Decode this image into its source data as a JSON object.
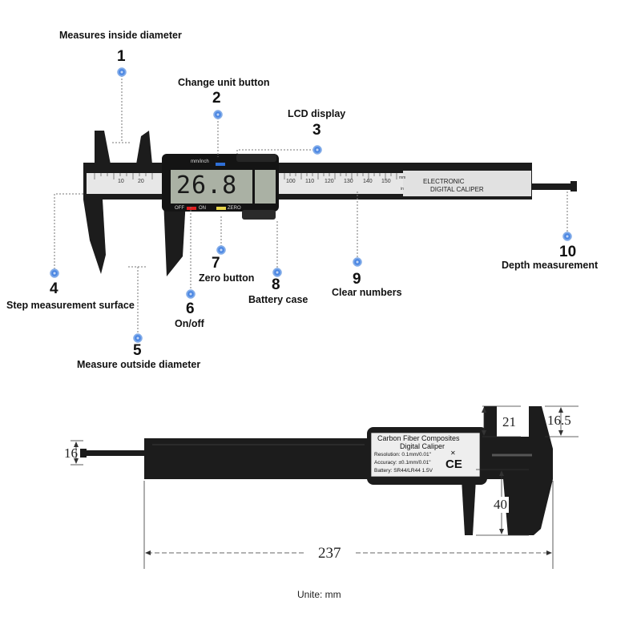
{
  "top_diagram": {
    "callouts": [
      {
        "num": "1",
        "label": "Measures inside diameter"
      },
      {
        "num": "2",
        "label": "Change unit button"
      },
      {
        "num": "3",
        "label": "LCD display"
      },
      {
        "num": "4",
        "label": "Step measurement surface"
      },
      {
        "num": "5",
        "label": "Measure outside diameter"
      },
      {
        "num": "6",
        "label": "On/off"
      },
      {
        "num": "7",
        "label": "Zero button"
      },
      {
        "num": "8",
        "label": "Battery case"
      },
      {
        "num": "9",
        "label": "Clear numbers"
      },
      {
        "num": "10",
        "label": "Depth measurement"
      }
    ],
    "lcd": {
      "reading": "26.8",
      "mode": "mm/inch",
      "buttons": {
        "off": "OFF",
        "on": "ON",
        "zero": "ZERO"
      }
    },
    "scale_labels": [
      "10",
      "20",
      "100",
      "110",
      "120",
      "130",
      "140",
      "150"
    ],
    "scale_units": {
      "mm": "mm",
      "in": "in"
    },
    "brand": {
      "line1": "ELECTRONIC",
      "line2": "DIGITAL CALIPER"
    },
    "colors": {
      "body": "#1c1c1c",
      "callout_dot": "#2f6fd6",
      "off_btn": "#e02020",
      "zero_btn": "#e8d64a"
    }
  },
  "bottom_diagram": {
    "plate": {
      "title1": "Carbon Fiber Composites",
      "title2": "Digital Caliper",
      "resolution": "Resolution: 0.1mm/0.01\"",
      "accuracy": "Accuracy: ±0.1mm/0.01\"",
      "battery": "Battery: SR44/LR44 1.5V",
      "ce_mark": "CE"
    },
    "dimensions": {
      "depth_rod": "16",
      "jaw_top": "21",
      "jaw_gap": "16.5",
      "outside_jaw": "40",
      "total_length": "237"
    }
  },
  "footer": {
    "unit_note": "Unite: mm"
  }
}
